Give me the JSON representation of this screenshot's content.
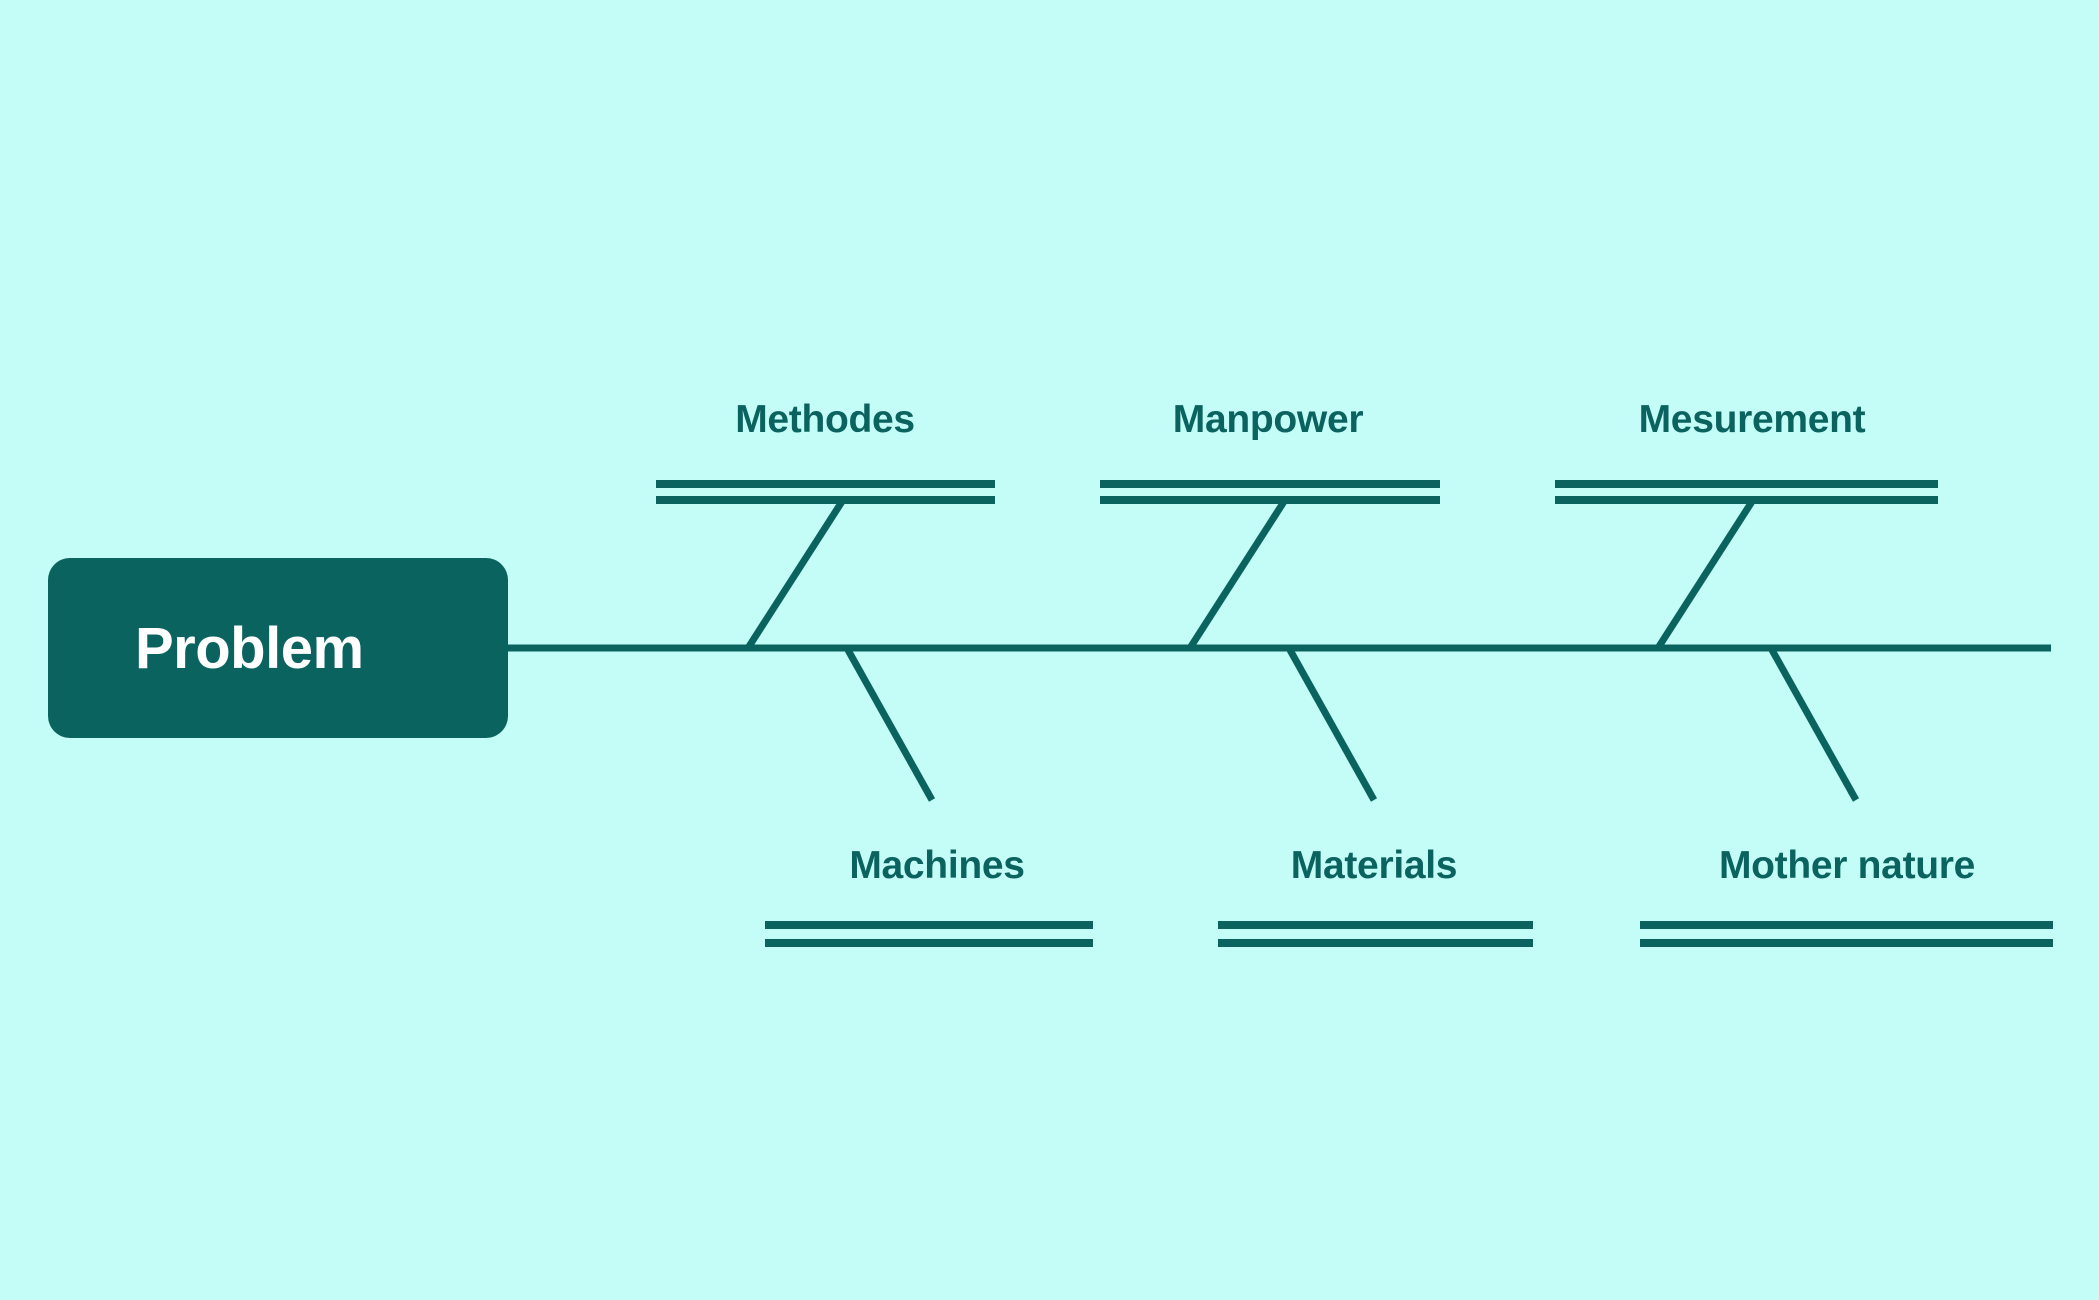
{
  "diagram": {
    "type": "fishbone-ishikawa",
    "title_node": {
      "label": "Problem",
      "text_color": "#ffffff",
      "fill_color": "#0b6360"
    },
    "colors": {
      "background": "#c4fdf7",
      "line": "#0b6360",
      "label_text": "#0b6360",
      "box_fill": "#0b6360",
      "box_text": "#ffffff"
    },
    "categories_top": [
      {
        "label": "Methodes"
      },
      {
        "label": "Manpower"
      },
      {
        "label": "Mesurement"
      }
    ],
    "categories_bottom": [
      {
        "label": "Machines"
      },
      {
        "label": "Materials"
      },
      {
        "label": "Mother nature"
      }
    ]
  }
}
